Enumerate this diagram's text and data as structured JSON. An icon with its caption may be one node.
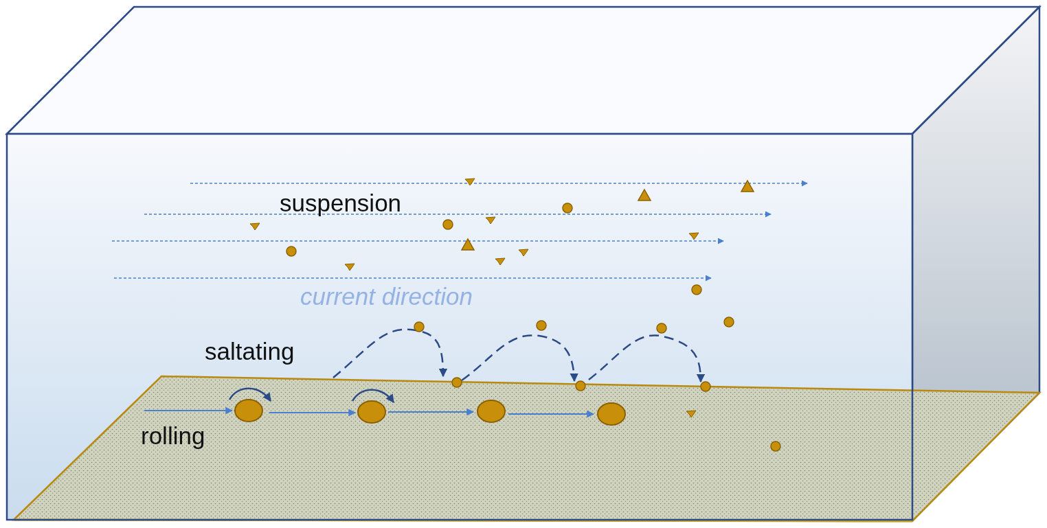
{
  "diagram": {
    "labels": [
      "suspension",
      "current direction",
      "saltating",
      "rolling"
    ]
  }
}
